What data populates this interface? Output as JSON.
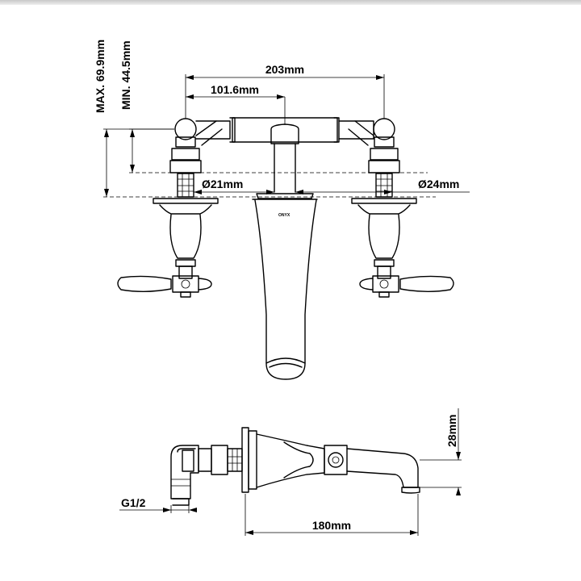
{
  "dimensions": {
    "max_height": "MAX. 69.9mm",
    "min_height": "MIN. 44.5mm",
    "overall_width": "203mm",
    "half_width": "101.6mm",
    "diameter_left": "Ø21mm",
    "diameter_right": "Ø24mm",
    "spout_height": "28mm",
    "thread": "G1/2",
    "spout_length": "180mm"
  },
  "spout_mark": "ONYX"
}
